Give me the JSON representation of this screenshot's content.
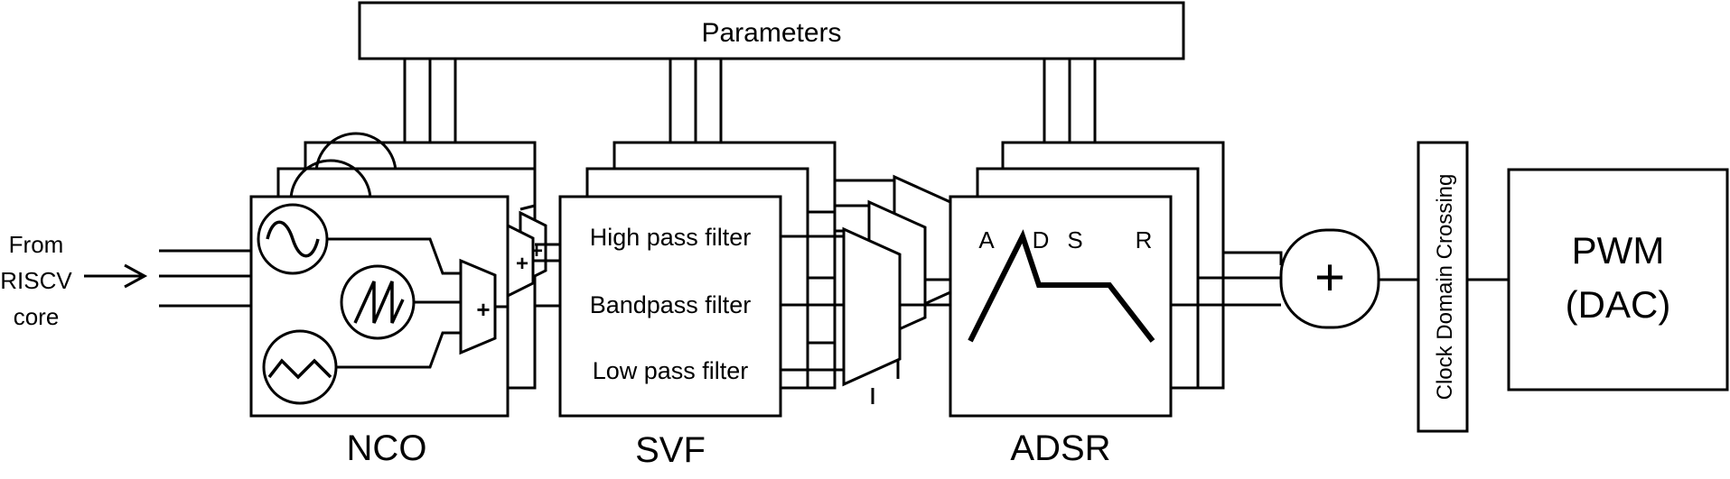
{
  "diagram": {
    "parameters_label": "Parameters",
    "input_label_lines": [
      "From",
      "RISCV",
      "core"
    ],
    "nco_label": "NCO",
    "svf_label": "SVF",
    "svf_filters": [
      "High pass filter",
      "Bandpass filter",
      "Low pass filter"
    ],
    "adsr_label": "ADSR",
    "adsr_stage_letters": [
      "A",
      "D",
      "S",
      "R"
    ],
    "mixer_symbol": "+",
    "nco_mux_symbol": "+",
    "cdc_label": "Clock Domain Crossing",
    "pwm_label_lines": [
      "PWM",
      "(DAC)"
    ]
  }
}
